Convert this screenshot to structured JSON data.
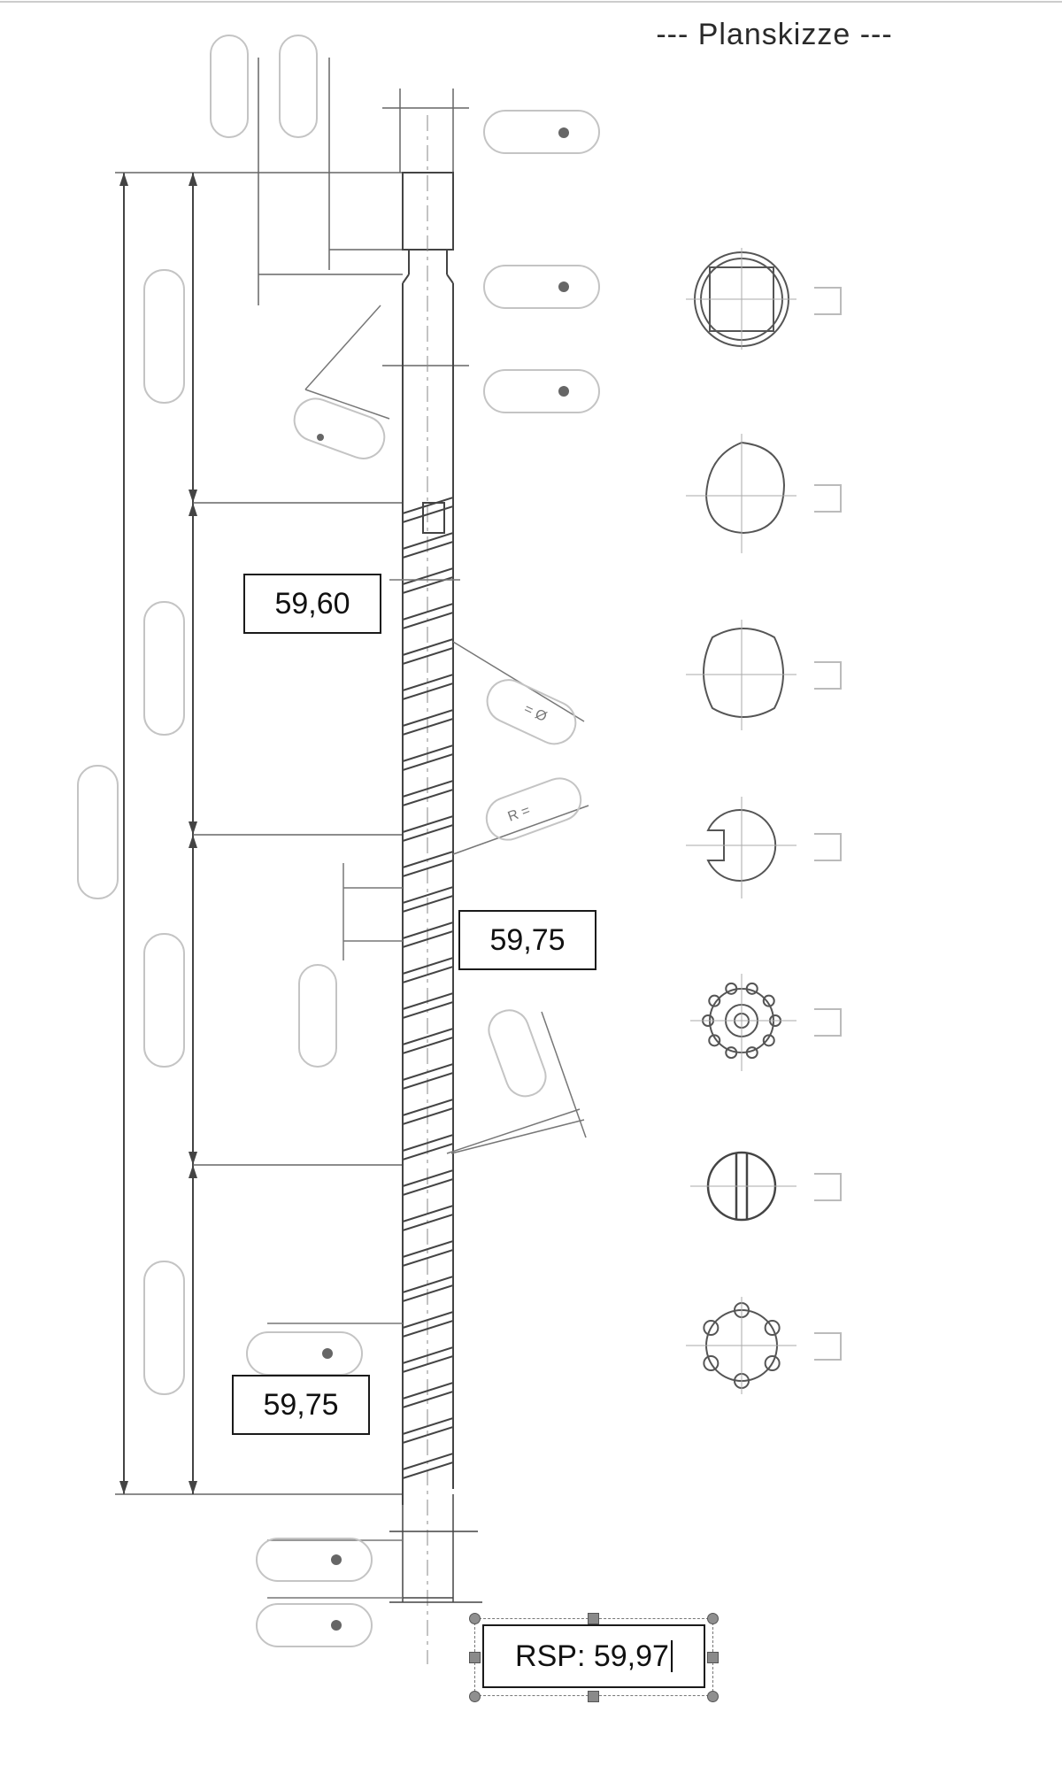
{
  "title": "--- Planskizze ---",
  "measurements": [
    {
      "value": "59,60"
    },
    {
      "value": "59,75"
    },
    {
      "value": "59,75"
    }
  ],
  "rsp_box": {
    "text": "RSP: 59,97"
  },
  "colors": {
    "line": "#555555",
    "faint": "#bdbdbd",
    "box_border": "#1a1a1a"
  },
  "head_profiles": [
    "square-drive-icon",
    "polygon-drive-icon",
    "flat-sided-drive-icon",
    "keyway-drive-icon",
    "spline-drive-icon",
    "slotted-drive-icon",
    "splined-gear-drive-icon"
  ]
}
